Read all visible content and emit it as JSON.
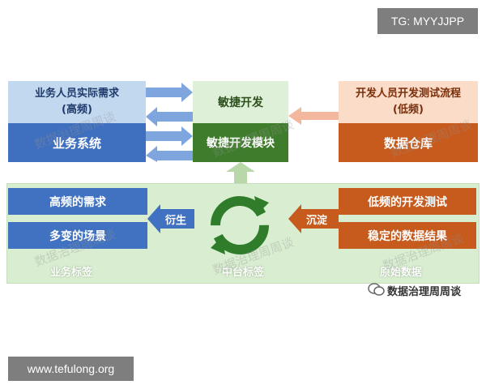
{
  "badges": {
    "top_right": "TG: MYYJJPP",
    "bottom_left": "www.tefulong.org"
  },
  "top_row": {
    "left_header_line1": "业务人员实际需求",
    "left_header_line2": "(高频)",
    "left_system": "业务系统",
    "mid_header": "敏捷开发",
    "mid_module": "敏捷开发模块",
    "right_header_line1": "开发人员开发测试流程",
    "right_header_line2": "(低频)",
    "right_repo": "数据仓库"
  },
  "panel": {
    "blue_items": [
      "高频的需求",
      "多变的场景"
    ],
    "orange_items": [
      "低频的开发测试",
      "稳定的数据结果"
    ],
    "derive_label": "衍生",
    "settle_label": "沉淀",
    "label_business": "业务标签",
    "label_middle": "中台标签",
    "label_raw": "原始数据"
  },
  "watermark_text": "数据治理周周谈",
  "wechat_name": "数据治理周周谈",
  "colors": {
    "blue": "#4072c1",
    "green": "#3f7d2d",
    "orange": "#c75a1d",
    "panel_bg": "#d9eed1"
  }
}
